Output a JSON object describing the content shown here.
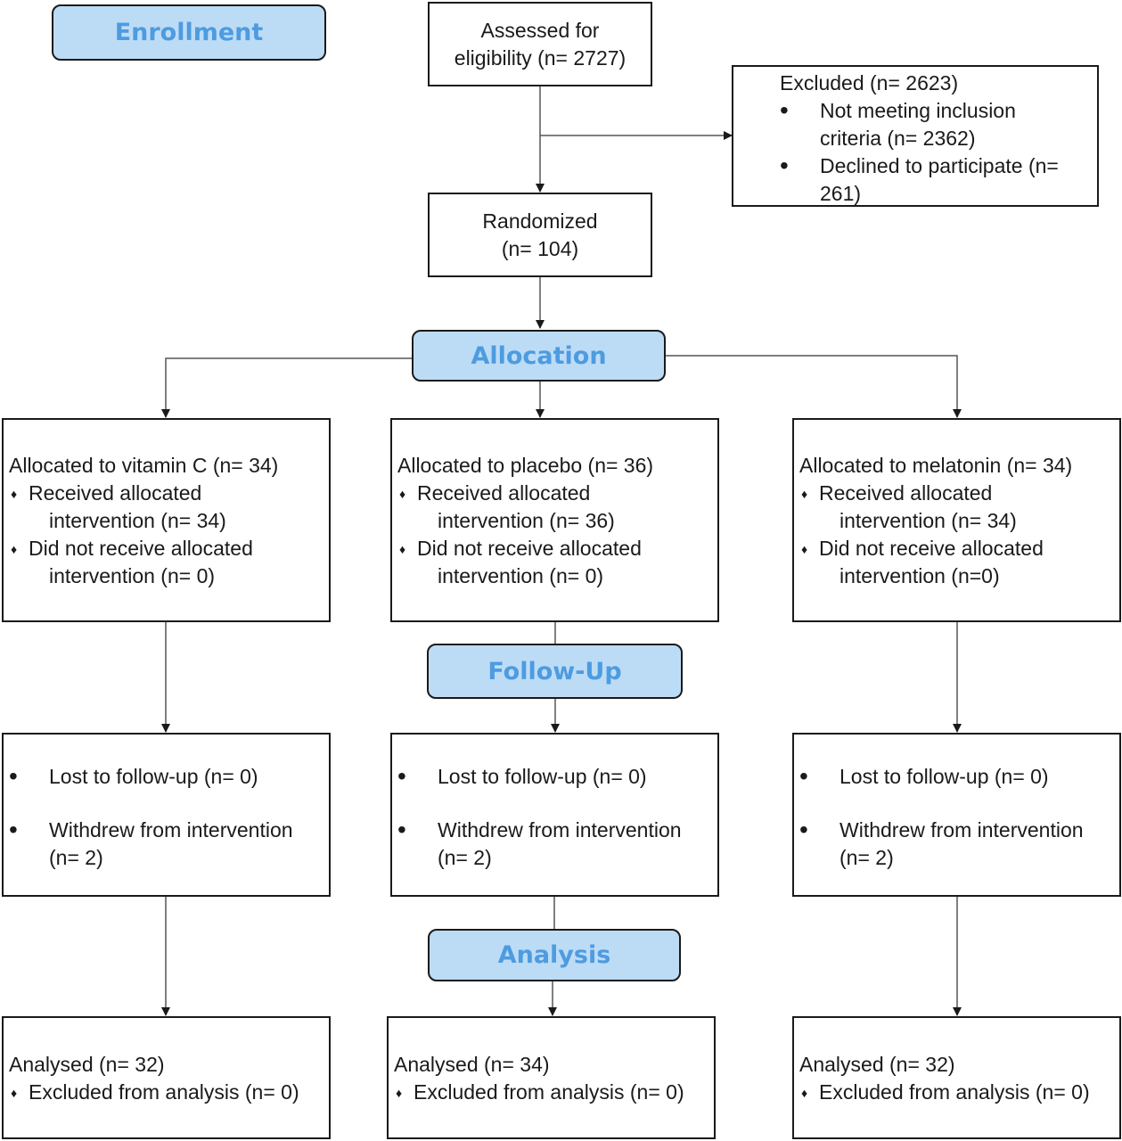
{
  "colors": {
    "stage_fill": "#bcdcf6",
    "stage_text": "#4e9be0",
    "line": "#555555",
    "border": "#1a1a1a"
  },
  "stages": {
    "enrollment": "Enrollment",
    "allocation": "Allocation",
    "follow_up": "Follow-Up",
    "analysis": "Analysis"
  },
  "assessed": {
    "line1": "Assessed for",
    "line2": "eligibility (n= 2727)"
  },
  "excluded": {
    "title": "Excluded (n= 2623)",
    "items": [
      {
        "line1": "Not meeting inclusion",
        "line2": "criteria (n= 2362)"
      },
      {
        "line1": "Declined to participate (n=",
        "line2": "261)"
      }
    ]
  },
  "randomized": {
    "line1": "Randomized",
    "line2": "(n= 104)"
  },
  "arms": [
    {
      "allocated": "Allocated to vitamin C (n= 34)",
      "received_1": "Received allocated",
      "received_2": "intervention (n= 34)",
      "not_received_1": "Did not receive allocated",
      "not_received_2": "intervention (n= 0)",
      "lost": "Lost to follow-up (n= 0)",
      "withdrew_1": "Withdrew from intervention",
      "withdrew_2": "(n= 2)",
      "analysed": "Analysed  (n= 32)",
      "excluded": "Excluded from analysis (n= 0)"
    },
    {
      "allocated": "Allocated to placebo (n= 36)",
      "received_1": "Received allocated",
      "received_2": "intervention (n= 36)",
      "not_received_1": "Did not receive allocated",
      "not_received_2": "intervention (n= 0)",
      "lost": "Lost to follow-up (n= 0)",
      "withdrew_1": "Withdrew from intervention",
      "withdrew_2": "(n= 2)",
      "analysed": "Analysed  (n= 34)",
      "excluded": "Excluded from analysis (n= 0)"
    },
    {
      "allocated": "Allocated to melatonin (n= 34)",
      "received_1": "Received allocated",
      "received_2": "intervention (n= 34)",
      "not_received_1": "Did not receive allocated",
      "not_received_2": "intervention (n=0)",
      "lost": "Lost to follow-up (n= 0)",
      "withdrew_1": "Withdrew from intervention",
      "withdrew_2": "(n= 2)",
      "analysed": "Analysed  (n= 32)",
      "excluded": "Excluded from analysis (n= 0)"
    }
  ]
}
